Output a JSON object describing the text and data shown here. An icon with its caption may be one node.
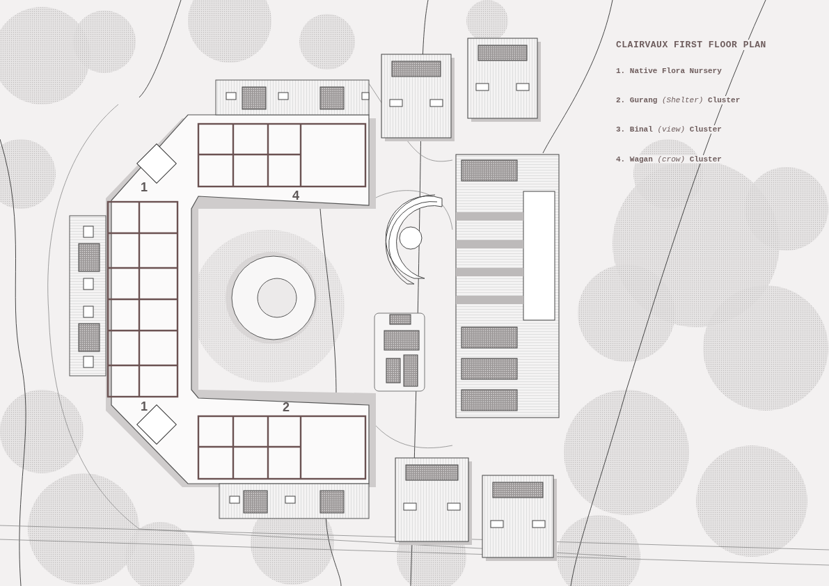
{
  "diagram": {
    "title": "CLAIRVAUX FIRST FLOOR PLAN",
    "labels": [
      "1. Native Flora Nursery",
      "2. Gurang *(Shelter)* Cluster",
      "3. Binal *(view)* Cluster",
      "4. Wagan *(crow)* Cluster",
      "1",
      "4",
      "1",
      "2"
    ]
  }
}
